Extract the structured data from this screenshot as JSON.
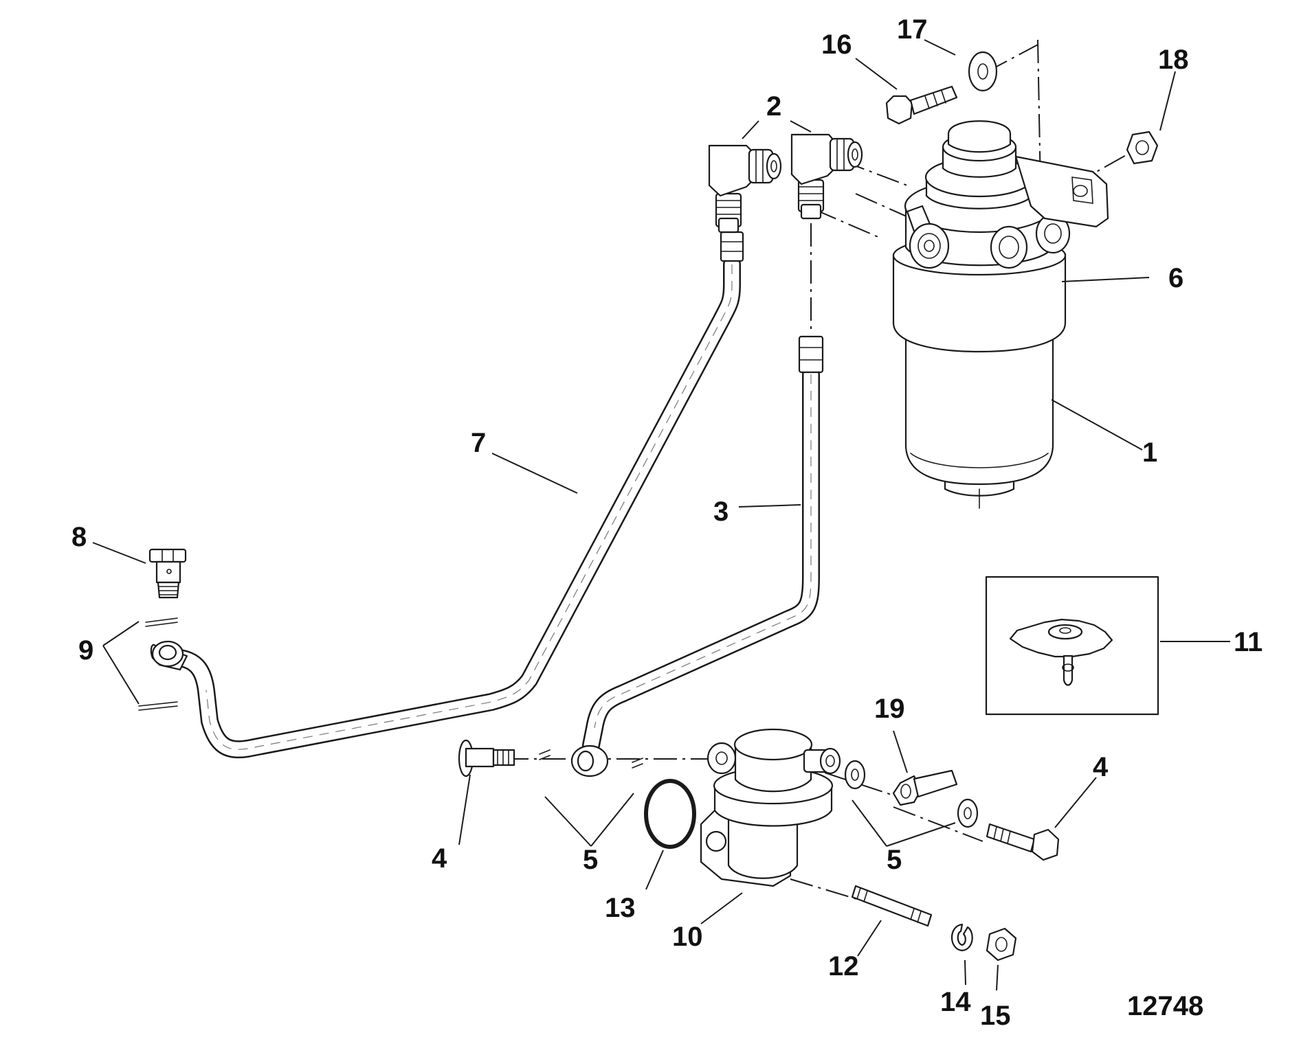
{
  "callouts": {
    "c1": "1",
    "c2": "2",
    "c3": "3",
    "c4a": "4",
    "c4b": "4",
    "c5a": "5",
    "c5b": "5",
    "c6": "6",
    "c7": "7",
    "c8": "8",
    "c9": "9",
    "c10": "10",
    "c11": "11",
    "c12": "12",
    "c13": "13",
    "c14": "14",
    "c15": "15",
    "c16": "16",
    "c17": "17",
    "c18": "18",
    "c19": "19"
  },
  "figure_number": "12748",
  "colors": {
    "line": "#1a1a1a",
    "background": "#ffffff"
  }
}
